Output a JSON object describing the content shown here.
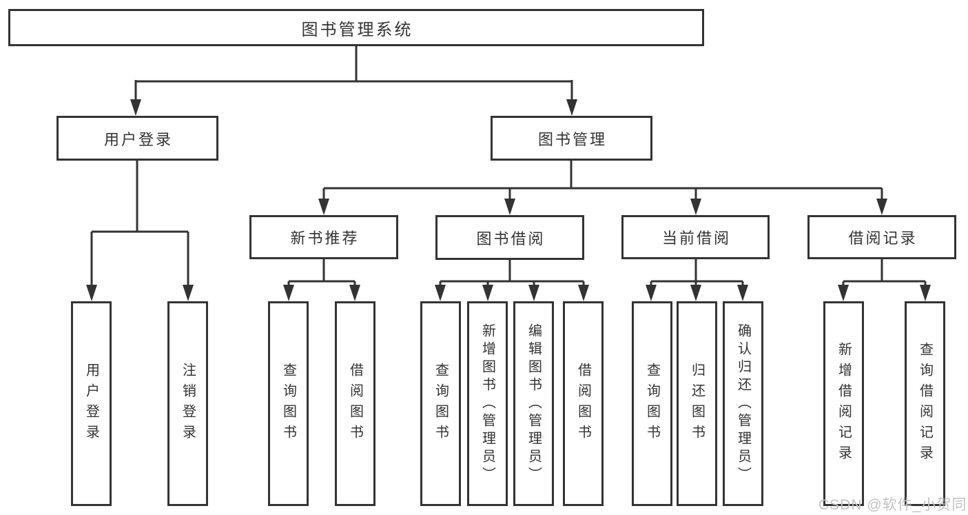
{
  "diagram": {
    "title": "图书管理系统",
    "root": "图书管理系统",
    "level2": {
      "user_login": "用户登录",
      "book_management": "图书管理"
    },
    "level3": {
      "new_books": "新书推荐",
      "book_borrow": "图书借阅",
      "current_borrow": "当前借阅",
      "borrow_records": "借阅记录"
    },
    "leaves": {
      "user_login": [
        "用户登录",
        "注销登录"
      ],
      "new_books": [
        "查询图书",
        "借阅图书"
      ],
      "book_borrow": [
        "查询图书",
        "新增图书（管理员）",
        "编辑图书（管理员）",
        "借阅图书"
      ],
      "current_borrow": [
        "查询图书",
        "归还图书",
        "确认归还（管理员）"
      ],
      "borrow_records": [
        "新增借阅记录",
        "查询借阅记录"
      ]
    }
  },
  "watermark": "CSDN @软件_小贺同学",
  "colors": {
    "line": "#333333",
    "box_border": "#333333",
    "text": "#333333",
    "watermark": "#c2c2c2",
    "background": "#ffffff"
  }
}
